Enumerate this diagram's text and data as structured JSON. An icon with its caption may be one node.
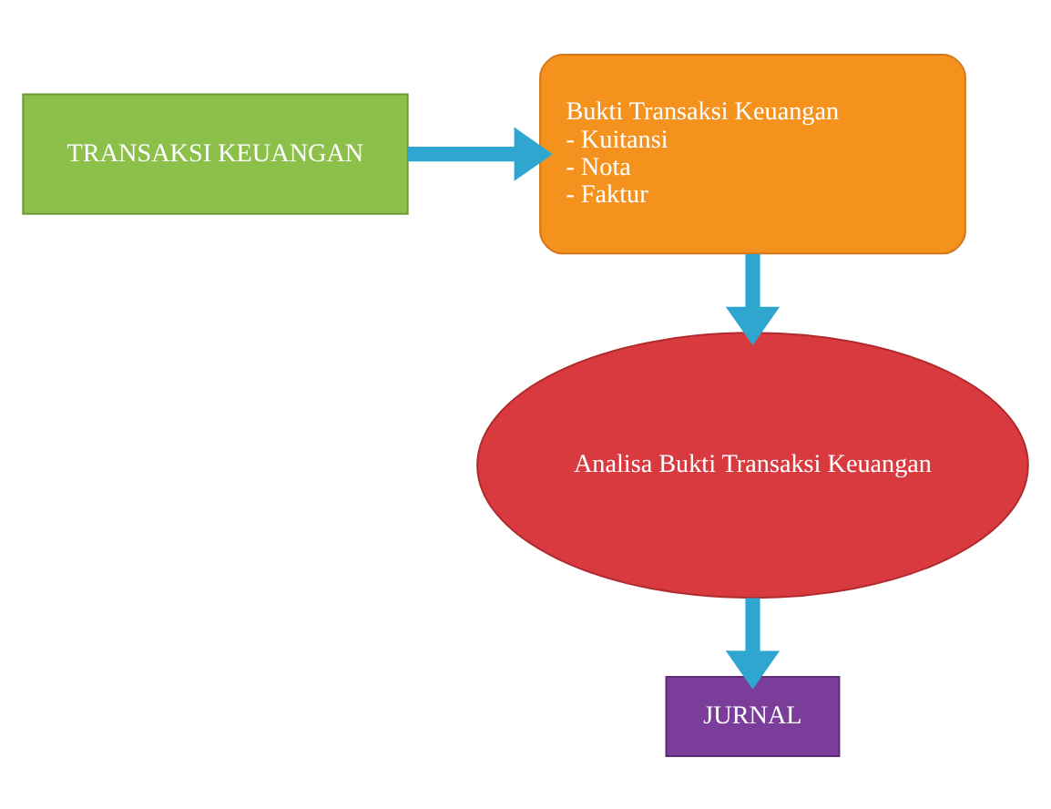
{
  "diagram": {
    "nodes": [
      {
        "text": [
          "TRANSAKSI KEUANGAN"
        ]
      },
      {
        "text": [
          "Bukti Transaksi Keuangan",
          "- Kuitansi",
          "- Nota",
          "- Faktur"
        ]
      },
      {
        "text": [
          "Analisa Bukti Transaksi Keuangan"
        ]
      },
      {
        "text": [
          "JURNAL"
        ]
      }
    ],
    "edges": [
      {
        "from": 0,
        "to": 1,
        "arrow": "to"
      },
      {
        "from": 1,
        "to": 2,
        "arrow": "to"
      },
      {
        "from": 2,
        "to": 3,
        "arrow": "to"
      }
    ]
  }
}
